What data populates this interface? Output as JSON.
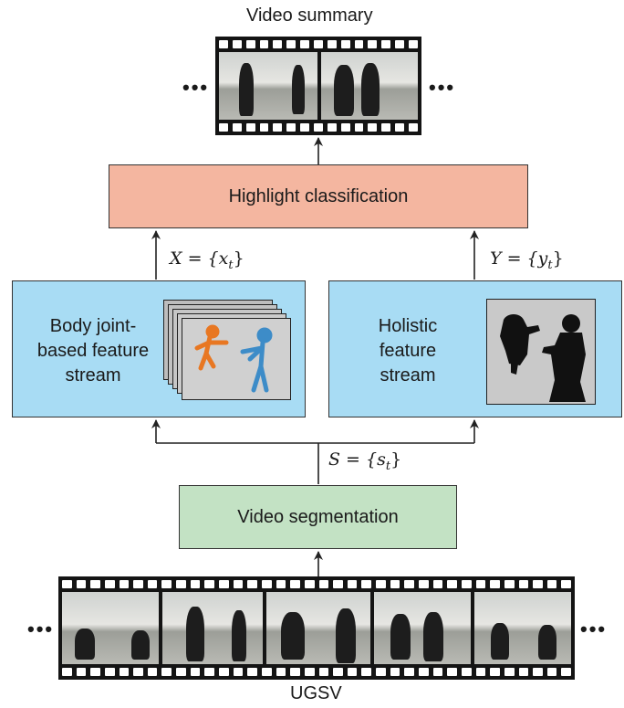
{
  "title": "Video summary",
  "input_label": "UGSV",
  "ellipsis": "•••",
  "boxes": {
    "highlight": "Highlight classification",
    "segmentation": "Video segmentation",
    "body_stream": [
      "Body joint-",
      "based feature",
      "stream"
    ],
    "holistic_stream": [
      "Holistic",
      "feature",
      "stream"
    ]
  },
  "edges": {
    "x_label": "X = {x",
    "x_sub": "t",
    "y_label": "Y = {y",
    "y_sub": "t",
    "s_label": "S = {s",
    "s_sub": "t",
    "close": "}"
  },
  "colors": {
    "highlight_fill": "#f4b6a0",
    "stream_fill": "#a8dcf4",
    "segmentation_fill": "#c3e2c4",
    "orange_figure": "#e87722",
    "blue_figure": "#3d8cc8"
  }
}
